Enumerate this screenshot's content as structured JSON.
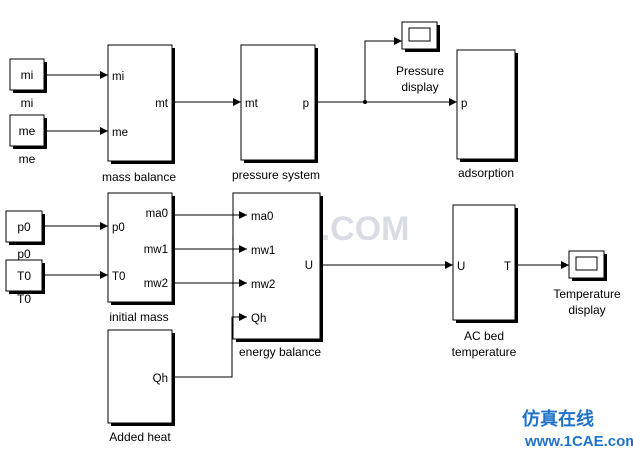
{
  "blocks": {
    "mi": {
      "inner": "mi",
      "label": "mi"
    },
    "me": {
      "inner": "me",
      "label": "me"
    },
    "mass_balance": {
      "label": "mass balance",
      "ports": {
        "in1": "mi",
        "in2": "me",
        "out1": "mt"
      }
    },
    "pressure_system": {
      "label": "pressure system",
      "ports": {
        "in1": "mt",
        "out1": "p"
      }
    },
    "pressure_display": {
      "label_line1": "Pressure",
      "label_line2": "display"
    },
    "adsorption": {
      "label": "adsorption",
      "ports": {
        "in1": "p"
      }
    },
    "p0": {
      "inner": "p0",
      "label": "p0"
    },
    "T0": {
      "inner": "T0",
      "label": "T0"
    },
    "initial_mass": {
      "label": "initial mass",
      "ports": {
        "in1": "p0",
        "in2": "T0",
        "out1": "ma0",
        "out2": "mw1",
        "out3": "mw2"
      }
    },
    "energy_balance": {
      "label": "energy balance",
      "ports": {
        "in1": "ma0",
        "in2": "mw1",
        "in3": "mw2",
        "in4": "Qh",
        "out1": "U"
      }
    },
    "ac_bed": {
      "label_line1": "AC bed",
      "label_line2": "temperature",
      "ports": {
        "in1": "U",
        "out1": "T"
      }
    },
    "temperature_display": {
      "label_line1": "Temperature",
      "label_line2": "display"
    },
    "added_heat": {
      "label": "Added heat",
      "ports": {
        "out1": "Qh"
      }
    }
  },
  "watermark": "1CAE.COM",
  "logo": {
    "chinese": "仿真在线",
    "url": "www.1CAE.com"
  },
  "colors": {
    "logo": "#1e73c9",
    "watermark": "#d9dde3"
  }
}
